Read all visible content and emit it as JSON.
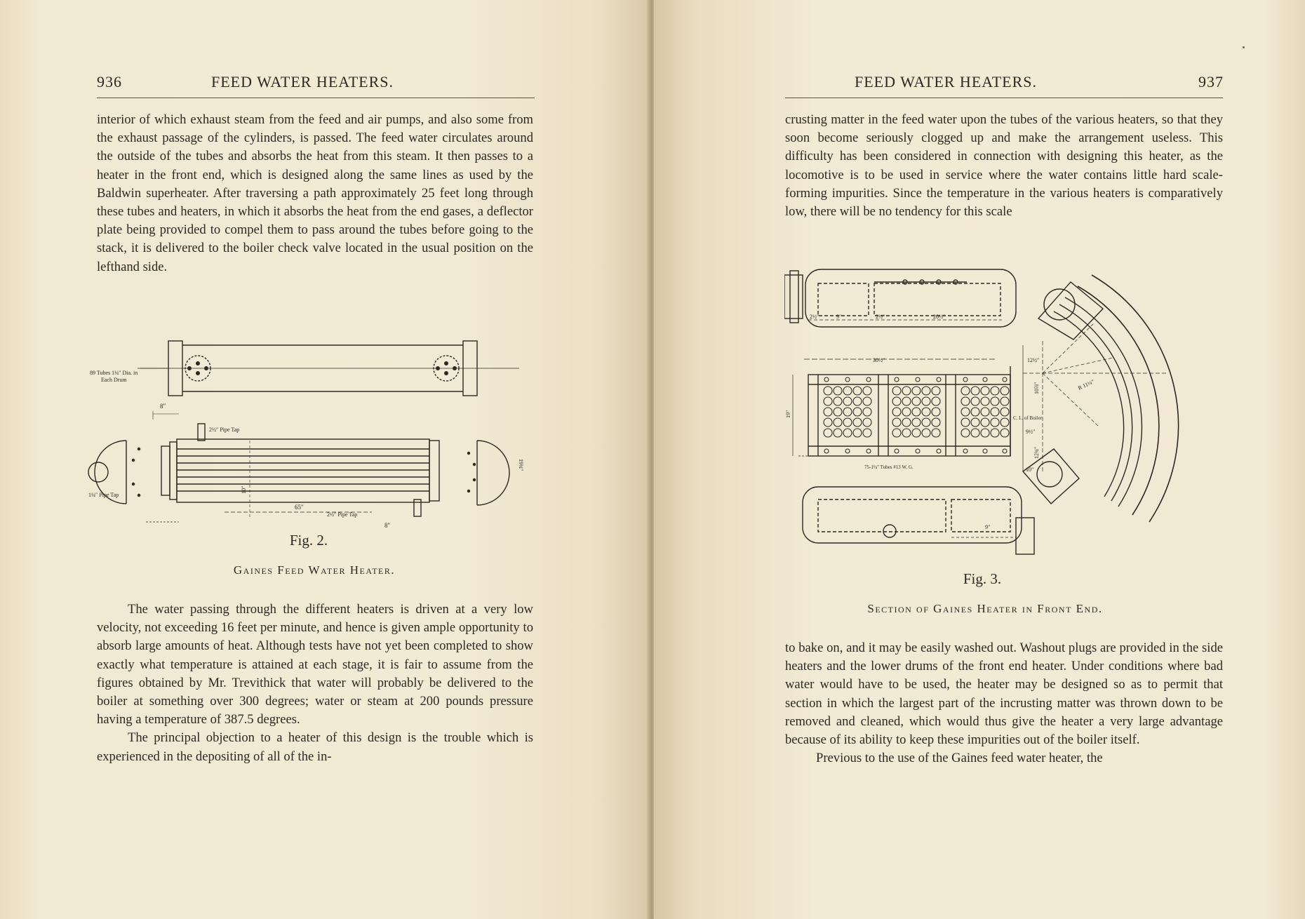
{
  "left_page": {
    "page_number": "936",
    "running_head": "FEED WATER HEATERS.",
    "paragraphs_top": [
      "interior of which exhaust steam from the feed and air pumps, and also some from the exhaust passage of the cylinders, is passed. The feed water circulates around the outside of the tubes and absorbs the heat from this steam. It then passes to a heater in the front end, which is designed along the same lines as used by the Baldwin superheater. After traversing a path approximately 25 feet long through these tubes and heaters, in which it absorbs the heat from the end gases, a deflector plate being provided to compel them to pass around the tubes before going to the stack, it is delivered to the boiler check valve located in the usual position on the lefthand side."
    ],
    "figure": {
      "label": "Fig. 2.",
      "caption": "Gaines Feed Water Heater.",
      "annotations": {
        "tubes_note_line1": "89 Tubes 1¼″ Dia. in",
        "tubes_note_line2": "Each Drum",
        "pipe_tap_top": "2½″ Pipe Tap",
        "pipe_tap_bottom": "2½″ Pipe Tap",
        "pipe_tap_left": "1¼″ Pipe Tap",
        "dim_8_top": "8″",
        "dim_65": "65″",
        "dim_8_bottom": "8″",
        "dim_left_vertical": "10″",
        "dim_right_vertical": "19¾″"
      }
    },
    "paragraphs_bottom": [
      "The water passing through the different heaters is driven at a very low velocity, not exceeding 16 feet per minute, and hence is given ample opportunity to absorb large amounts of heat. Although tests have not yet been completed to show exactly what temperature is attained at each stage, it is fair to assume from the figures obtained by Mr. Trevithick that water will probably be delivered to the boiler at something over 300 degrees; water or steam at 200 pounds pressure having a temperature of 387.5 degrees.",
      "The principal objection to a heater of this design is the trouble which is experienced in the depositing of all of the in-"
    ]
  },
  "right_page": {
    "page_number": "937",
    "running_head": "FEED WATER HEATERS.",
    "paragraphs_top": [
      "crusting matter in the feed water upon the tubes of the various heaters, so that they soon become seriously clogged up and make the arrangement useless. This difficulty has been considered in connection with designing this heater, as the locomotive is to be used in service where the water contains little hard scale-forming impurities. Since the temperature in the various heaters is comparatively low, there will be no tendency for this scale"
    ],
    "figure": {
      "label": "Fig. 3.",
      "caption": "Section of Gaines Heater in Front End.",
      "annotations": {
        "dim_2_1": "2½″",
        "dim_9": "9″",
        "dim_2_2": "2½″",
        "dim_20": "20½″",
        "dim_30": "30½″",
        "dim_19": "19″",
        "tubes_note": "75-1¼″ Tubes #13 W. G.",
        "dim_12": "12½″",
        "dim_10": "10⅞″",
        "dim_9b": "9½″",
        "dim_12b": "12¾″",
        "dim_10b": "10″",
        "center_of_boiler": "C. L. of Boiler",
        "radius": "R 11¼″",
        "dim_9c": "9″"
      }
    },
    "paragraphs_bottom": [
      "to bake on, and it may be easily washed out. Washout plugs are provided in the side heaters and the lower drums of the front end heater. Under conditions where bad water would have to be used, the heater may be designed so as to permit that section in which the largest part of the incrusting matter was thrown down to be removed and cleaned, which would thus give the heater a very large advantage because of its ability to keep these impurities out of the boiler itself.",
      "Previous to the use of the Gaines feed water heater, the"
    ]
  }
}
